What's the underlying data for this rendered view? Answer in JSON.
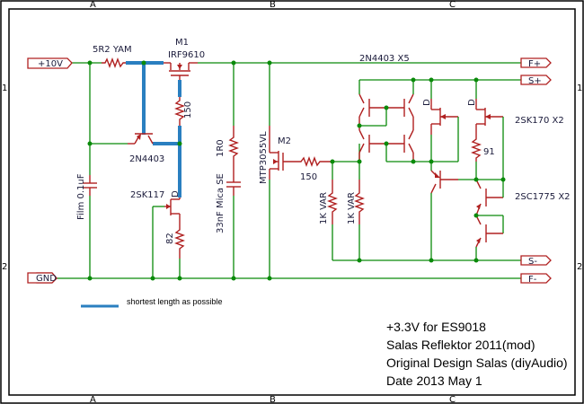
{
  "border": {
    "columns": [
      "A",
      "B",
      "C"
    ],
    "rows": [
      "1",
      "2"
    ]
  },
  "ports": {
    "vin": "+10V",
    "gnd": "GND",
    "f_plus": "F+",
    "s_plus": "S+",
    "s_minus": "S-",
    "f_minus": "F-"
  },
  "components": {
    "r_5r2": "5R2 YAM",
    "m1_ref": "M1",
    "m1_part": "IRF9610",
    "r_150_top": "150",
    "q_2n4403": "2N4403",
    "c_film": "Film  0.1uF",
    "j_2sk117": "2SK117",
    "r_82": "82",
    "r_1r0": "1R0",
    "c_33nf": "33nF Mica SE",
    "m2_ref": "M2",
    "m2_part": "MTP3055VL",
    "r_150_gate": "150",
    "rv1": "1K VAR",
    "rv2": "1K VAR",
    "q_2n4403_x5": "2N4403 X5",
    "j_2sk170": "2SK170 X2",
    "r_91": "91",
    "q_2sc1775": "2SC1775 X2",
    "d_label": "D"
  },
  "legend": {
    "text": "shortest length as possible",
    "color": "#2a7fc0"
  },
  "title_block": {
    "line1": "+3.3V for ES9018",
    "line2": "Salas Reflektor 2011(mod)",
    "line3": "Original Design Salas (diyAudio)",
    "line4": "Date 2013 May 1"
  },
  "colors": {
    "wire": "#0a8a0a",
    "component": "#b02020",
    "highlight": "#2a7fc0"
  }
}
